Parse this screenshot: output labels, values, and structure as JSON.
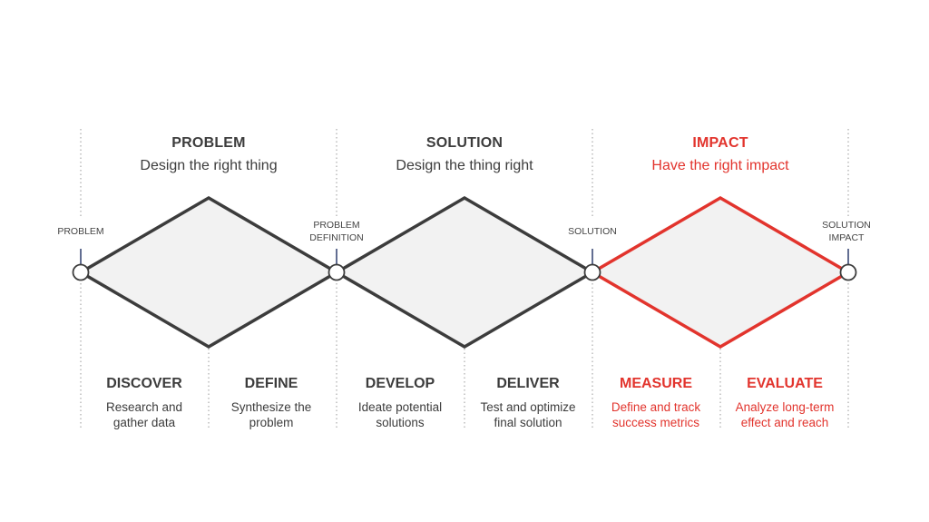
{
  "colors": {
    "dark": "#3c3c3c",
    "red": "#e2342d",
    "fill": "#f2f2f2",
    "marker_tick": "#2d3e6e",
    "dotted": "#9a9a9a"
  },
  "phases": [
    {
      "title": "PROBLEM",
      "subtitle": "Design the right thing",
      "color": "dark"
    },
    {
      "title": "SOLUTION",
      "subtitle": "Design the thing right",
      "color": "dark"
    },
    {
      "title": "IMPACT",
      "subtitle": "Have the right impact",
      "color": "red"
    }
  ],
  "markers": [
    {
      "label": "PROBLEM"
    },
    {
      "label": "PROBLEM\nDEFINITION"
    },
    {
      "label": "SOLUTION"
    },
    {
      "label": "SOLUTION\nIMPACT"
    }
  ],
  "stages": [
    {
      "title": "DISCOVER",
      "description": "Research and gather data",
      "color": "dark"
    },
    {
      "title": "DEFINE",
      "description": "Synthesize the problem",
      "color": "dark"
    },
    {
      "title": "DEVELOP",
      "description": "Ideate potential solutions",
      "color": "dark"
    },
    {
      "title": "DELIVER",
      "description": "Test and optimize final solution",
      "color": "dark"
    },
    {
      "title": "MEASURE",
      "description": "Define and track success metrics",
      "color": "red"
    },
    {
      "title": "EVALUATE",
      "description": "Analyze long-term effect and reach",
      "color": "red"
    }
  ]
}
